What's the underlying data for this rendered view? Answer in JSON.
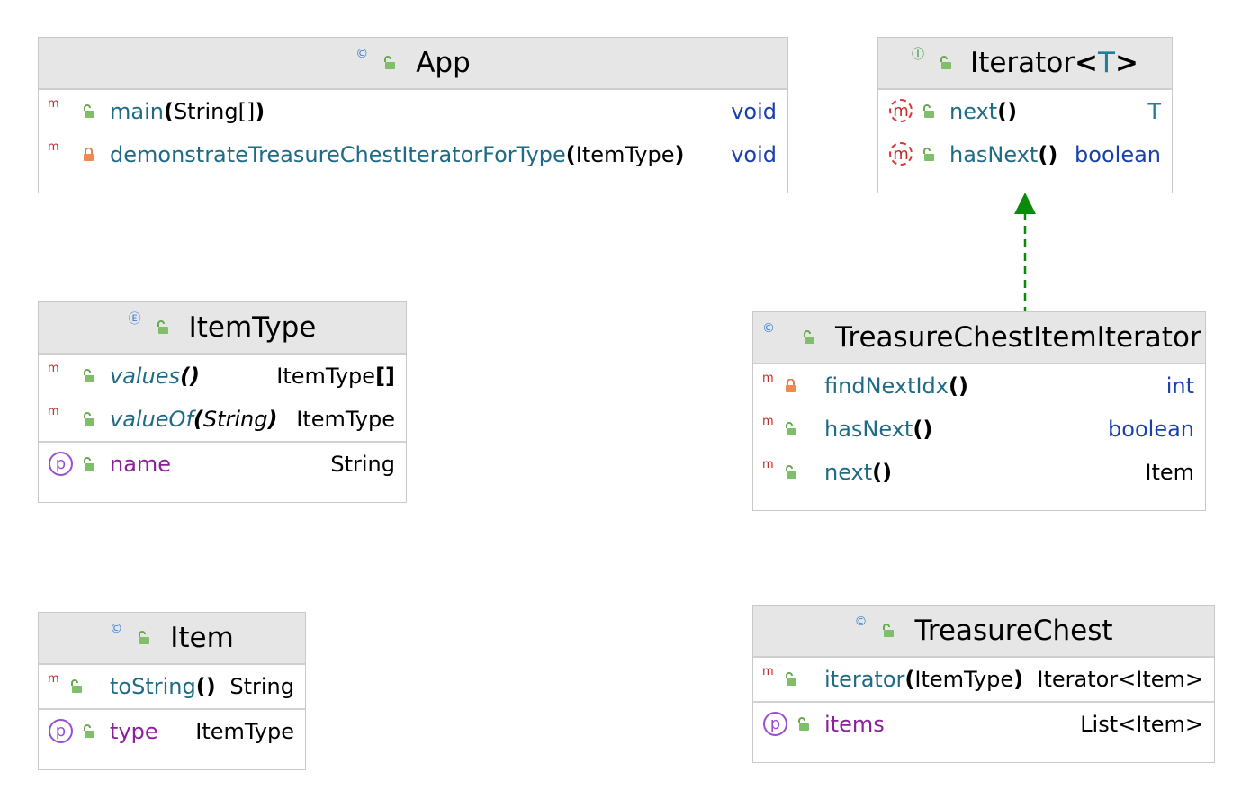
{
  "classes": {
    "app": {
      "kind": "©",
      "name": "App",
      "methods": [
        {
          "name": "main",
          "open": "(",
          "params": "String[]",
          "close": ")",
          "return": "void"
        },
        {
          "name": "demonstrateTreasureChestIteratorForType",
          "open": "(",
          "params": "ItemType",
          "close": ")",
          "return": "void"
        }
      ]
    },
    "iterator": {
      "kind": "Ⓘ",
      "name": "Iterator",
      "lt": "<",
      "type_param": "T",
      "gt": ">",
      "methods": [
        {
          "name": "next",
          "parens": "()",
          "return": "T"
        },
        {
          "name": "hasNext",
          "parens": "()",
          "return": "boolean"
        }
      ]
    },
    "itemtype": {
      "kind": "Ⓔ",
      "name": "ItemType",
      "methods": [
        {
          "name": "values",
          "parens": "()",
          "return": "ItemType",
          "return_suffix": "[]"
        },
        {
          "name": "valueOf",
          "open": "(",
          "params": "String",
          "close": ")",
          "return": "ItemType"
        }
      ],
      "properties": [
        {
          "icon": "p",
          "name": "name",
          "type": "String"
        }
      ]
    },
    "tcii": {
      "kind": "©",
      "name": "TreasureChestItemIterator",
      "methods": [
        {
          "name": "findNextIdx",
          "parens": "()",
          "return": "int"
        },
        {
          "name": "hasNext",
          "parens": "()",
          "return": "boolean"
        },
        {
          "name": "next",
          "parens": "()",
          "return": "Item"
        }
      ]
    },
    "item": {
      "kind": "©",
      "name": "Item",
      "methods": [
        {
          "name": "toString",
          "parens": "()",
          "return": "String"
        }
      ],
      "properties": [
        {
          "icon": "p",
          "name": "type",
          "type": "ItemType"
        }
      ]
    },
    "treasurechest": {
      "kind": "©",
      "name": "TreasureChest",
      "methods": [
        {
          "name": "iterator",
          "open": "(",
          "params": "ItemType",
          "close": ")",
          "return": "Iterator<Item>"
        }
      ],
      "properties": [
        {
          "icon": "p",
          "name": "items",
          "type": "List<Item>"
        }
      ]
    }
  },
  "icons": {
    "method": "m",
    "method_circle": "m-circle-icon",
    "property": "p",
    "public": "open-lock-icon",
    "private": "locked-icon"
  },
  "colors": {
    "method_name": "#1f6b85",
    "property_name": "#8b1f9c",
    "keyword": "#1a3fb0",
    "type_param": "#1f7f9a",
    "arrow": "#0a8a0a"
  }
}
